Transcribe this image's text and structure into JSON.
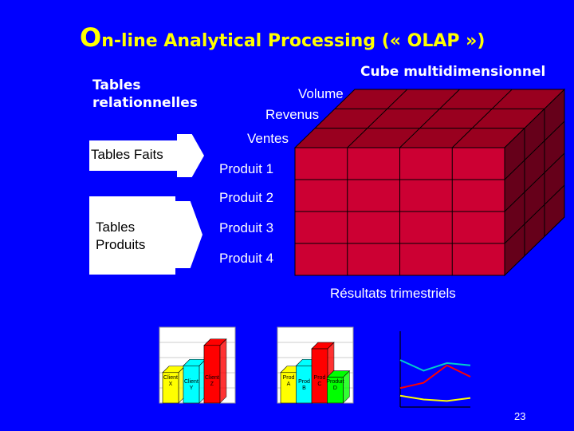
{
  "slide": {
    "title_first_letter": "O",
    "title_rest": "n-line Analytical Processing (« OLAP »)",
    "page_number": "23"
  },
  "left": {
    "relational_label": "Tables relationnelles",
    "facts_table": "Tables Faits",
    "products_table_line1": "Tables",
    "products_table_line2": "Produits"
  },
  "cube": {
    "label": "Cube multidimensionnel",
    "measures": [
      "Volume",
      "Revenus",
      "Ventes"
    ],
    "products": [
      "Produit 1",
      "Produit 2",
      "Produit 3",
      "Produit 4"
    ],
    "results_label": "Résultats trimestriels"
  },
  "chart_data": [
    {
      "type": "bar",
      "categories": [
        "Client X",
        "Client Y",
        "Client Z"
      ],
      "values": [
        0.45,
        0.55,
        0.85
      ],
      "colors": [
        "#ffff00",
        "#00ffff",
        "#ff0000"
      ]
    },
    {
      "type": "bar",
      "categories": [
        "Prod A",
        "Prod B",
        "Prod C",
        "Produit D"
      ],
      "values": [
        0.45,
        0.55,
        0.8,
        0.38
      ],
      "colors": [
        "#ffff00",
        "#00ffff",
        "#ff0000",
        "#00ff00"
      ]
    },
    {
      "type": "line",
      "x": [
        0,
        1,
        2,
        3
      ],
      "series": [
        {
          "values": [
            0.62,
            0.48,
            0.58,
            0.55
          ],
          "color": "#00cccc"
        },
        {
          "values": [
            0.25,
            0.32,
            0.55,
            0.4
          ],
          "color": "#ff0000"
        },
        {
          "values": [
            0.15,
            0.1,
            0.08,
            0.12
          ],
          "color": "#ffff00"
        }
      ]
    }
  ],
  "colors": {
    "background": "#0000ff",
    "title": "#ffff00",
    "cube_front": "#cc0033",
    "cube_top": "#99001f",
    "cube_side": "#66001a"
  }
}
